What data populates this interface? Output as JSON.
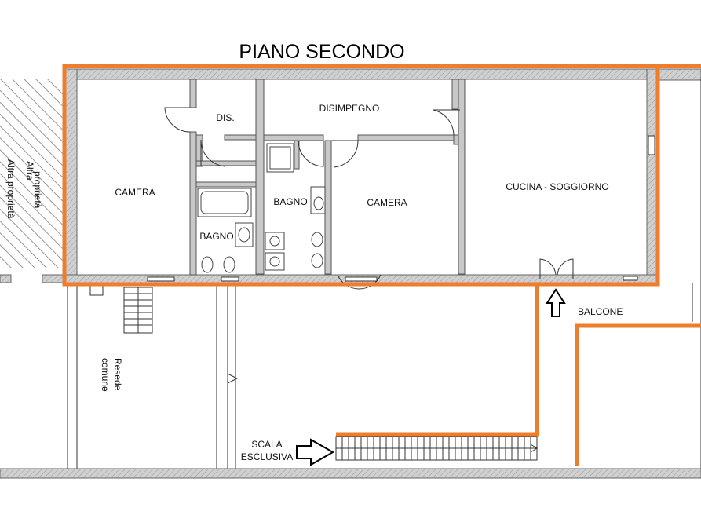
{
  "title": "PIANO SECONDO",
  "rooms": {
    "camera_left": "CAMERA",
    "dis": "DIS.",
    "disimpegno": "DISIMPEGNO",
    "bagno_left": "BAGNO",
    "bagno_mid": "BAGNO",
    "camera_mid": "CAMERA",
    "cucina": "CUCINA - SOGGIORNO"
  },
  "labels": {
    "altra_1": "Altra",
    "altra_2": "proprietà",
    "altra_3": "Altra proprietà",
    "resede_1": "Resede",
    "resede_2": "comune",
    "balcone": "BALCONE",
    "scala_1": "SCALA",
    "scala_2": "ESCLUSIVA"
  },
  "colors": {
    "highlight": "#ee7d2c",
    "wall": "#c8c8c8"
  },
  "icons": [
    "arrow-up-icon",
    "arrow-right-icon",
    "door-swing-icon",
    "toilet-icon",
    "sink-icon",
    "stair-icon"
  ]
}
